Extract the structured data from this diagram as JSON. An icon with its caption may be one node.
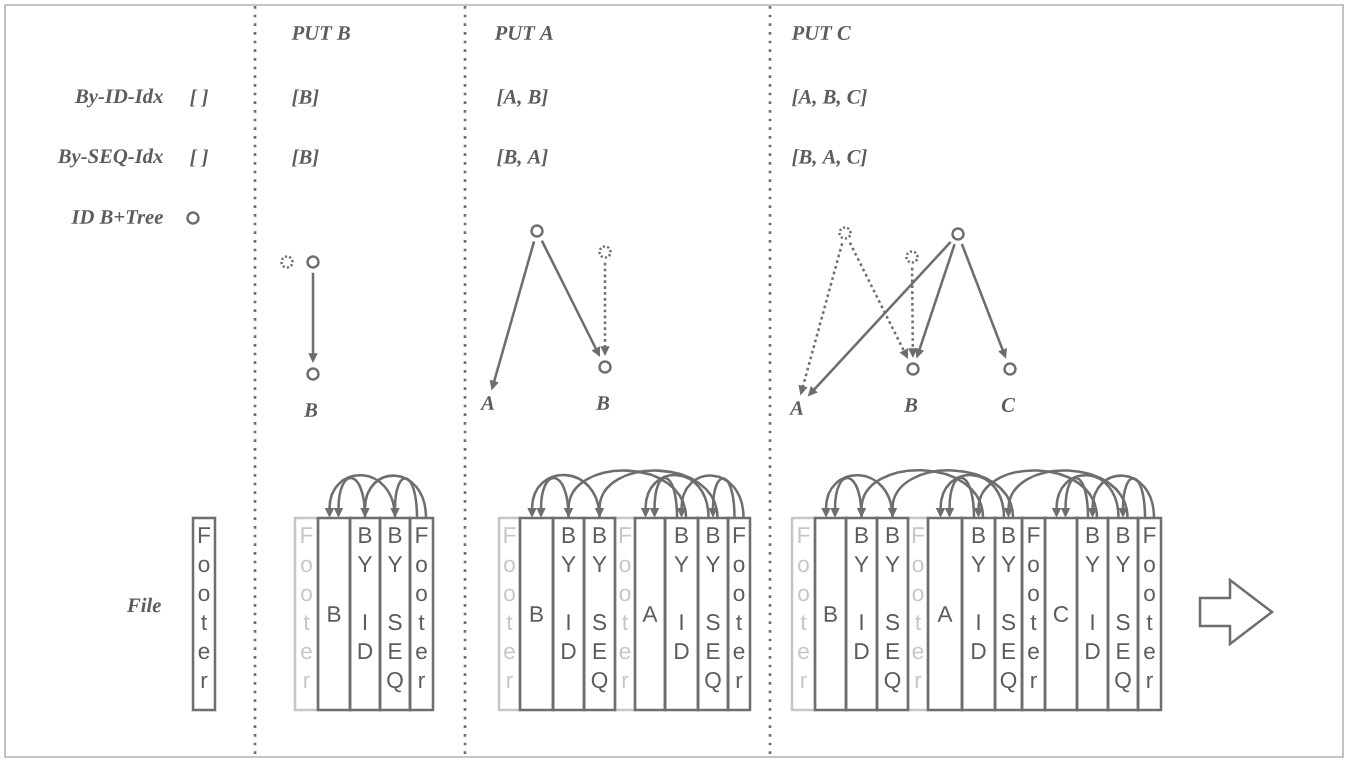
{
  "diagram": {
    "nodes": [
      {
        "text": [],
        "shape": "circle"
      },
      {
        "text": [],
        "shape": "circle"
      },
      {
        "text": [],
        "shape": "circle"
      },
      {
        "text": [],
        "shape": "circle",
        "beside": [
          "B"
        ]
      },
      {
        "text": [],
        "shape": "circle"
      },
      {
        "text": [],
        "shape": "circle"
      },
      {
        "text": [
          "A"
        ]
      },
      {
        "text": [],
        "shape": "circle",
        "beside": [
          "B"
        ]
      },
      {
        "text": [],
        "shape": "circle"
      },
      {
        "text": [],
        "shape": "circle"
      },
      {
        "text": [],
        "shape": "circle"
      },
      {
        "text": [
          "A"
        ]
      },
      {
        "text": [],
        "shape": "circle",
        "beside": [
          "B"
        ]
      },
      {
        "text": [],
        "shape": "circle",
        "beside": [
          "C"
        ]
      },
      {
        "text": [
          "Footer"
        ]
      },
      {
        "text": [
          "Footer"
        ]
      },
      {
        "text": [
          "B"
        ]
      },
      {
        "text": [
          "BY ID"
        ]
      },
      {
        "text": [
          "BY SEQ"
        ]
      },
      {
        "text": [
          "Footer"
        ]
      },
      {
        "text": [
          "Footer"
        ]
      },
      {
        "text": [
          "B"
        ]
      },
      {
        "text": [
          "BY ID"
        ]
      },
      {
        "text": [
          "BY SEQ"
        ]
      },
      {
        "text": [
          "Footer"
        ]
      },
      {
        "text": [
          "A"
        ]
      },
      {
        "text": [
          "BY ID"
        ]
      },
      {
        "text": [
          "BY SEQ"
        ]
      },
      {
        "text": [
          "Footer"
        ]
      },
      {
        "text": [
          "Footer"
        ]
      },
      {
        "text": [
          "B"
        ]
      },
      {
        "text": [
          "BY ID"
        ]
      },
      {
        "text": [
          "BY SEQ"
        ]
      },
      {
        "text": [
          "Footer"
        ]
      },
      {
        "text": [
          "A"
        ]
      },
      {
        "text": [
          "BY ID"
        ]
      },
      {
        "text": [
          "BY SEQ"
        ]
      },
      {
        "text": [
          "Footer"
        ]
      },
      {
        "text": [
          "C"
        ]
      },
      {
        "text": [
          "BY ID"
        ]
      },
      {
        "text": [
          "BY SEQ"
        ]
      },
      {
        "text": [
          "Footer"
        ]
      }
    ],
    "edges": [
      {
        "from": 2,
        "to": 3,
        "arrow": "to"
      },
      {
        "from": 4,
        "to": 6,
        "arrow": "to"
      },
      {
        "from": 4,
        "to": 7,
        "arrow": "to"
      },
      {
        "from": 5,
        "to": 7,
        "arrow": "to",
        "style": "dashed"
      },
      {
        "from": 8,
        "to": 11,
        "arrow": "to",
        "style": "dashed"
      },
      {
        "from": 8,
        "to": 12,
        "arrow": "to",
        "style": "dashed"
      },
      {
        "from": 9,
        "to": 12,
        "arrow": "to",
        "style": "dashed"
      },
      {
        "from": 10,
        "to": 11,
        "arrow": "to"
      },
      {
        "from": 10,
        "to": 12,
        "arrow": "to"
      },
      {
        "from": 10,
        "to": 13,
        "arrow": "to"
      },
      {
        "from": 17,
        "to": 16,
        "arrow": "to"
      },
      {
        "from": 18,
        "to": 16,
        "arrow": "to"
      },
      {
        "from": 19,
        "to": 17,
        "arrow": "to"
      },
      {
        "from": 19,
        "to": 18,
        "arrow": "to"
      },
      {
        "from": 22,
        "to": 21,
        "arrow": "to"
      },
      {
        "from": 23,
        "to": 21,
        "arrow": "to"
      },
      {
        "from": 26,
        "to": 22,
        "arrow": "to"
      },
      {
        "from": 26,
        "to": 25,
        "arrow": "to"
      },
      {
        "from": 27,
        "to": 23,
        "arrow": "to"
      },
      {
        "from": 27,
        "to": 25,
        "arrow": "to"
      },
      {
        "from": 28,
        "to": 26,
        "arrow": "to"
      },
      {
        "from": 28,
        "to": 27,
        "arrow": "to"
      },
      {
        "from": 31,
        "to": 30,
        "arrow": "to"
      },
      {
        "from": 32,
        "to": 30,
        "arrow": "to"
      },
      {
        "from": 35,
        "to": 31,
        "arrow": "to"
      },
      {
        "from": 35,
        "to": 34,
        "arrow": "to"
      },
      {
        "from": 36,
        "to": 32,
        "arrow": "to"
      },
      {
        "from": 36,
        "to": 34,
        "arrow": "to"
      },
      {
        "from": 39,
        "to": 35,
        "arrow": "to"
      },
      {
        "from": 39,
        "to": 38,
        "arrow": "to"
      },
      {
        "from": 40,
        "to": 36,
        "arrow": "to"
      },
      {
        "from": 40,
        "to": 38,
        "arrow": "to"
      },
      {
        "from": 41,
        "to": 39,
        "arrow": "to"
      },
      {
        "from": 41,
        "to": 40,
        "arrow": "to"
      }
    ],
    "labels": [
      "PUT B",
      "PUT A",
      "PUT C",
      "By-ID-Idx",
      "[ ]",
      "[B]",
      "[A, B]",
      "[A, B, C]",
      "By-SEQ-Idx",
      "[ ]",
      "[B]",
      "[B, A]",
      "[B, A, C]",
      "ID B+Tree",
      "File"
    ]
  }
}
